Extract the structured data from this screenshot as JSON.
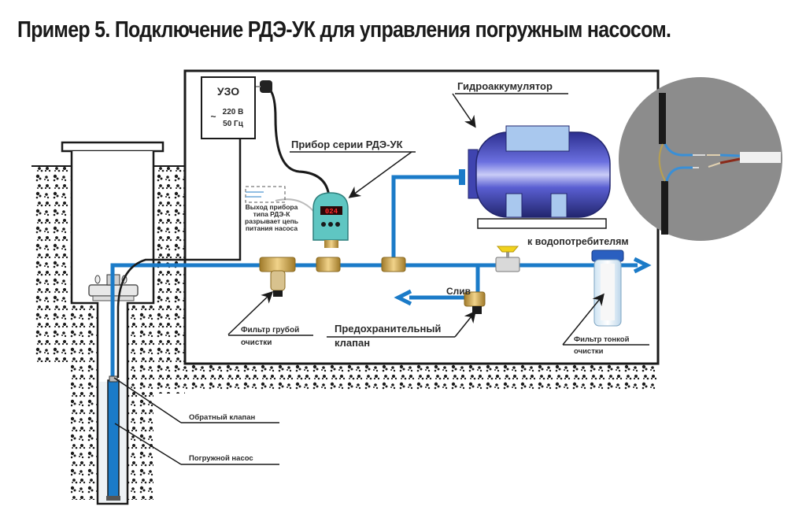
{
  "title": "Пример 5. Подключение РДЭ-УК для управления погружным насосом.",
  "labels": {
    "uzo": "УЗО",
    "ac_symbol": "~",
    "voltage": "220 В",
    "frequency": "50 Гц",
    "device_series": "Прибор серии РДЭ-УК",
    "device_note": [
      "Выход прибора",
      "типа РДЭ-К",
      "разрывает цепь",
      "питания насоса"
    ],
    "accumulator": "Гидроаккумулятор",
    "to_consumers": "к водопотребителям",
    "drain": "Слив",
    "coarse_filter": [
      "Фильтр грубой",
      "очистки"
    ],
    "safety_valve": [
      "Предохранительный",
      "клапан"
    ],
    "fine_filter": [
      "Фильтр тонкой",
      "очистки"
    ],
    "check_valve": "Обратный клапан",
    "submersible_pump": "Погружной насос"
  },
  "device_display": "024",
  "colors": {
    "pipe": "#1b7bc8",
    "accumulator": "#4a4fc4",
    "accumulator_panel": "#a9c8ee",
    "device_body": "#5fc6c2",
    "display_bg": "#2a0808",
    "display_digits": "#ff2a2a",
    "brass": "#c9a24a",
    "soil": "#1a1a1a",
    "inset_bg": "#8c8c8c",
    "valve_handle": "#f1d21c"
  }
}
